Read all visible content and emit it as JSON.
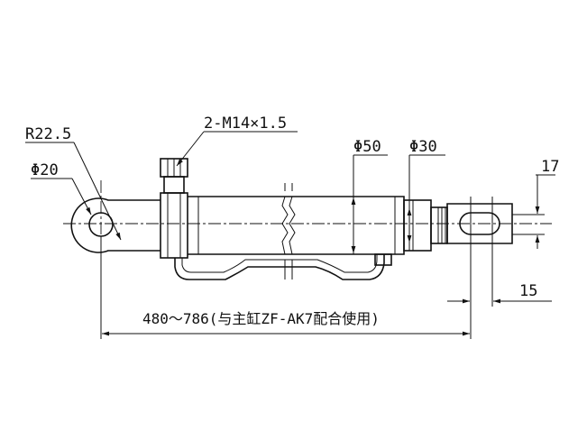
{
  "drawing": {
    "labels": {
      "radius": "R22.5",
      "thread": "2-M14×1.5",
      "dia_pin": "Φ20",
      "dia_bore": "Φ50",
      "dia_rod": "Φ30",
      "dim_17": "17",
      "dim_15": "15",
      "overall": "480～786(与主缸ZF-AK7配合使用)"
    }
  }
}
